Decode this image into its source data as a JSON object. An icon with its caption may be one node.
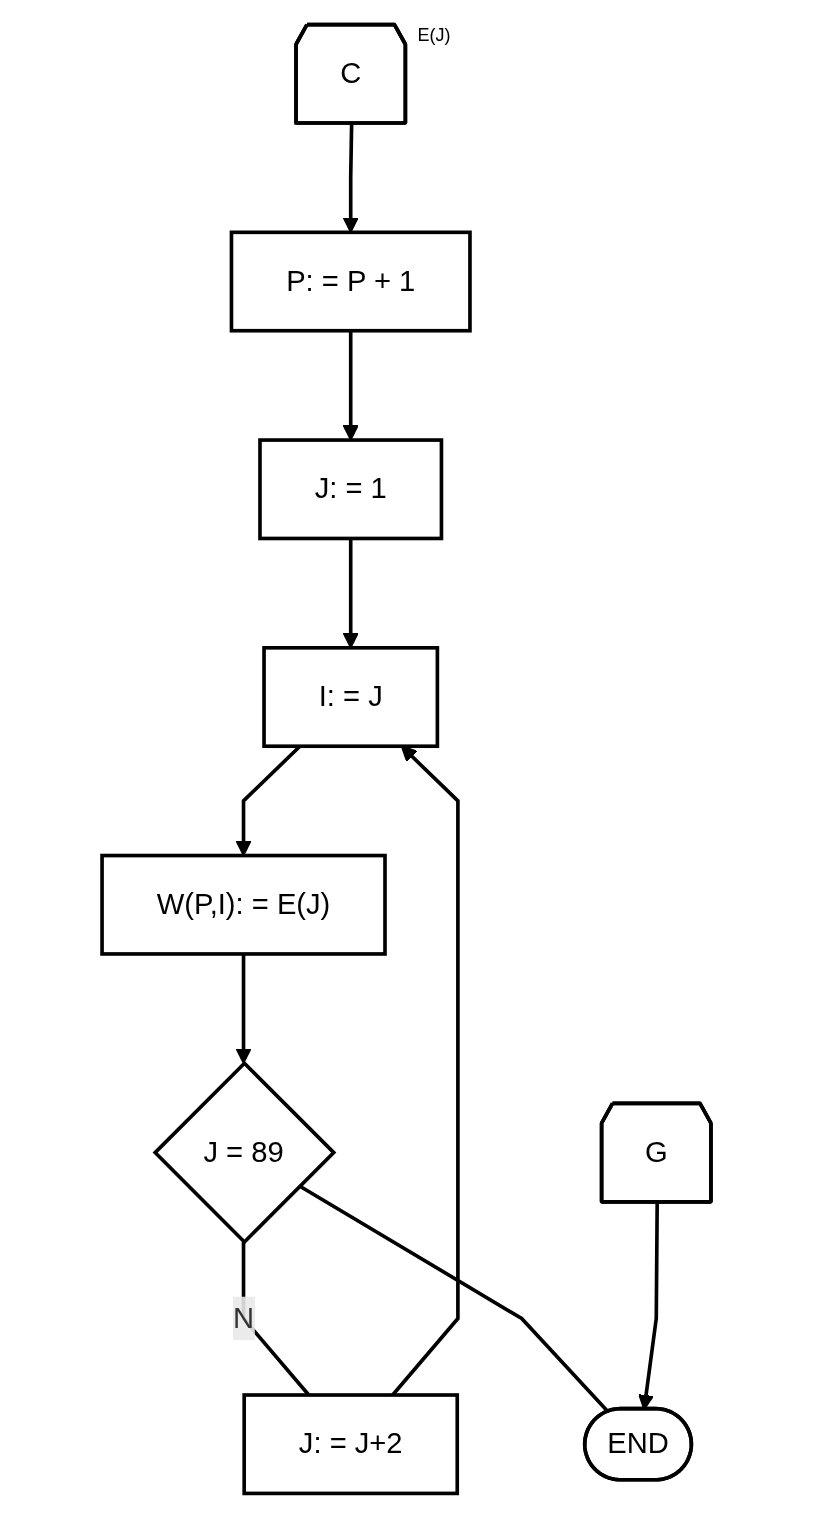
{
  "diagram": {
    "nodes": [
      {
        "text": [
          "C"
        ],
        "beside": [
          "E(J)"
        ]
      },
      {
        "text": [
          "G"
        ]
      },
      {
        "text": [
          "P: = P + 1"
        ]
      },
      {
        "text": [
          "J: = 1"
        ]
      },
      {
        "text": [
          "I: = J"
        ]
      },
      {
        "text": [
          "W(P,I): = E(J)"
        ]
      },
      {
        "text": [
          "J = 89"
        ]
      },
      {
        "text": [
          "J: = J+2"
        ]
      },
      {
        "text": [
          "END"
        ]
      }
    ],
    "edges": [
      {
        "from": 0,
        "to": 2,
        "arrow": "to"
      },
      {
        "from": 2,
        "to": 3,
        "arrow": "to"
      },
      {
        "from": 3,
        "to": 4,
        "arrow": "to"
      },
      {
        "from": 4,
        "to": 5,
        "arrow": "to"
      },
      {
        "from": 5,
        "to": 6,
        "arrow": "to"
      },
      {
        "from": 6,
        "to": 7,
        "arrow": "none",
        "label": "N"
      },
      {
        "from": 7,
        "to": 4,
        "arrow": "to"
      },
      {
        "from": 6,
        "to": 8,
        "arrow": "none"
      },
      {
        "from": 1,
        "to": 8,
        "arrow": "to"
      }
    ]
  }
}
